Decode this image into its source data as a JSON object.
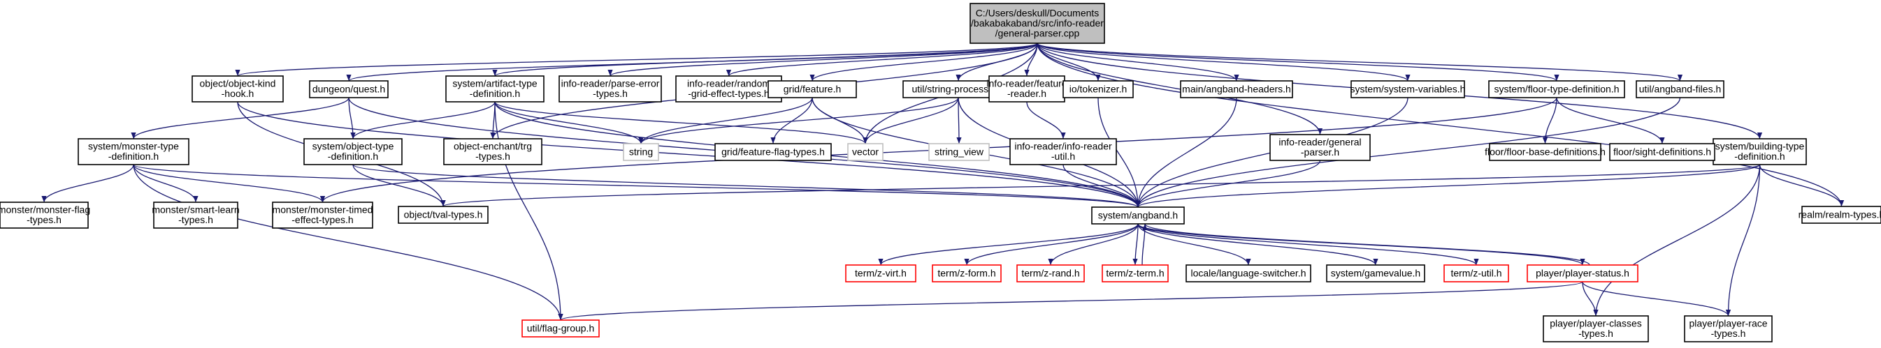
{
  "colors": {
    "edge": "#191970",
    "root_fill": "#bfbfbf",
    "missing_border": "#bfbfbf",
    "truncated_border": "#ff0000",
    "node_border": "#000000"
  },
  "nodes": [
    {
      "id": "root",
      "lines": [
        "C:/Users/deskull/Documents",
        "/bakabakaband/src/info-reader",
        "/general-parser.cpp"
      ],
      "style": "root"
    },
    {
      "id": "quest",
      "lines": [
        "dungeon/quest.h"
      ],
      "style": "black"
    },
    {
      "id": "okhook",
      "lines": [
        "object/object-kind",
        "-hook.h"
      ],
      "style": "black"
    },
    {
      "id": "artifact",
      "lines": [
        "system/artifact-type",
        "-definition.h"
      ],
      "style": "black"
    },
    {
      "id": "parseerr",
      "lines": [
        "info-reader/parse-error",
        "-types.h"
      ],
      "style": "black"
    },
    {
      "id": "randomgrid",
      "lines": [
        "info-reader/random",
        "-grid-effect-types.h"
      ],
      "style": "black"
    },
    {
      "id": "feature",
      "lines": [
        "grid/feature.h"
      ],
      "style": "black"
    },
    {
      "id": "strproc",
      "lines": [
        "util/string-processor.h"
      ],
      "style": "black"
    },
    {
      "id": "infofeat",
      "lines": [
        "info-reader/feature",
        "-reader.h"
      ],
      "style": "black"
    },
    {
      "id": "tokenizer",
      "lines": [
        "io/tokenizer.h"
      ],
      "style": "black"
    },
    {
      "id": "headers",
      "lines": [
        "main/angband-headers.h"
      ],
      "style": "black"
    },
    {
      "id": "sysvars",
      "lines": [
        "system/system-variables.h"
      ],
      "style": "black"
    },
    {
      "id": "floortype",
      "lines": [
        "system/floor-type-definition.h"
      ],
      "style": "black"
    },
    {
      "id": "files",
      "lines": [
        "util/angband-files.h"
      ],
      "style": "black"
    },
    {
      "id": "building",
      "lines": [
        "system/building-type",
        "-definition.h"
      ],
      "style": "black"
    },
    {
      "id": "monstertype",
      "lines": [
        "system/monster-type",
        "-definition.h"
      ],
      "style": "black"
    },
    {
      "id": "objtype",
      "lines": [
        "system/object-type",
        "-definition.h"
      ],
      "style": "black"
    },
    {
      "id": "enchant",
      "lines": [
        "object-enchant/trg",
        "-types.h"
      ],
      "style": "black"
    },
    {
      "id": "string",
      "lines": [
        "string"
      ],
      "style": "gray"
    },
    {
      "id": "featflag",
      "lines": [
        "grid/feature-flag-types.h"
      ],
      "style": "black"
    },
    {
      "id": "vector",
      "lines": [
        "vector"
      ],
      "style": "gray"
    },
    {
      "id": "stringview",
      "lines": [
        "string_view"
      ],
      "style": "gray"
    },
    {
      "id": "readerutil",
      "lines": [
        "info-reader/info-reader",
        "-util.h"
      ],
      "style": "black"
    },
    {
      "id": "genparser",
      "lines": [
        "info-reader/general",
        "-parser.h"
      ],
      "style": "black"
    },
    {
      "id": "floorbase",
      "lines": [
        "floor/floor-base-definitions.h"
      ],
      "style": "black"
    },
    {
      "id": "sight",
      "lines": [
        "floor/sight-definitions.h"
      ],
      "style": "black"
    },
    {
      "id": "monflag",
      "lines": [
        "monster/monster-flag",
        "-types.h"
      ],
      "style": "black"
    },
    {
      "id": "smartlearn",
      "lines": [
        "monster/smart-learn",
        "-types.h"
      ],
      "style": "black"
    },
    {
      "id": "montimed",
      "lines": [
        "monster/monster-timed",
        "-effect-types.h"
      ],
      "style": "black"
    },
    {
      "id": "tval",
      "lines": [
        "object/tval-types.h"
      ],
      "style": "black"
    },
    {
      "id": "angband",
      "lines": [
        "system/angband.h"
      ],
      "style": "black"
    },
    {
      "id": "realm",
      "lines": [
        "realm/realm-types.h"
      ],
      "style": "black"
    },
    {
      "id": "zvirt",
      "lines": [
        "term/z-virt.h"
      ],
      "style": "red"
    },
    {
      "id": "zform",
      "lines": [
        "term/z-form.h"
      ],
      "style": "red"
    },
    {
      "id": "zrand",
      "lines": [
        "term/z-rand.h"
      ],
      "style": "red"
    },
    {
      "id": "zterm",
      "lines": [
        "term/z-term.h"
      ],
      "style": "red"
    },
    {
      "id": "locale",
      "lines": [
        "locale/language-switcher.h"
      ],
      "style": "black"
    },
    {
      "id": "gamevalue",
      "lines": [
        "system/gamevalue.h"
      ],
      "style": "black"
    },
    {
      "id": "zutil",
      "lines": [
        "term/z-util.h"
      ],
      "style": "red"
    },
    {
      "id": "pstatus",
      "lines": [
        "player/player-status.h"
      ],
      "style": "red"
    },
    {
      "id": "flaggroup",
      "lines": [
        "util/flag-group.h"
      ],
      "style": "red"
    },
    {
      "id": "pclasses",
      "lines": [
        "player/player-classes",
        "-types.h"
      ],
      "style": "black"
    },
    {
      "id": "prace",
      "lines": [
        "player/player-race",
        "-types.h"
      ],
      "style": "black"
    }
  ],
  "edges": [
    [
      "root",
      "quest"
    ],
    [
      "root",
      "okhook"
    ],
    [
      "root",
      "artifact"
    ],
    [
      "root",
      "parseerr"
    ],
    [
      "root",
      "randomgrid"
    ],
    [
      "root",
      "feature"
    ],
    [
      "root",
      "strproc"
    ],
    [
      "root",
      "infofeat"
    ],
    [
      "root",
      "tokenizer"
    ],
    [
      "root",
      "headers"
    ],
    [
      "root",
      "sysvars"
    ],
    [
      "root",
      "floortype"
    ],
    [
      "root",
      "files"
    ],
    [
      "root",
      "building"
    ],
    [
      "root",
      "enchant"
    ],
    [
      "root",
      "genparser"
    ],
    [
      "root",
      "realm"
    ],
    [
      "root",
      "vector"
    ],
    [
      "quest",
      "monstertype"
    ],
    [
      "quest",
      "objtype"
    ],
    [
      "quest",
      "angband"
    ],
    [
      "okhook",
      "angband"
    ],
    [
      "okhook",
      "tval"
    ],
    [
      "artifact",
      "objtype"
    ],
    [
      "artifact",
      "enchant"
    ],
    [
      "artifact",
      "string"
    ],
    [
      "artifact",
      "vector"
    ],
    [
      "artifact",
      "angband"
    ],
    [
      "artifact",
      "flaggroup"
    ],
    [
      "feature",
      "string"
    ],
    [
      "feature",
      "featflag"
    ],
    [
      "feature",
      "vector"
    ],
    [
      "feature",
      "angband"
    ],
    [
      "strproc",
      "string"
    ],
    [
      "strproc",
      "vector"
    ],
    [
      "strproc",
      "stringview"
    ],
    [
      "strproc",
      "angband"
    ],
    [
      "infofeat",
      "readerutil"
    ],
    [
      "readerutil",
      "angband"
    ],
    [
      "tokenizer",
      "angband"
    ],
    [
      "headers",
      "angband"
    ],
    [
      "sysvars",
      "angband"
    ],
    [
      "floortype",
      "floorbase"
    ],
    [
      "floortype",
      "sight"
    ],
    [
      "floortype",
      "montimed"
    ],
    [
      "files",
      "angband"
    ],
    [
      "building",
      "angband"
    ],
    [
      "building",
      "tval"
    ],
    [
      "building",
      "realm"
    ],
    [
      "building",
      "pclasses"
    ],
    [
      "building",
      "prace"
    ],
    [
      "genparser",
      "angband"
    ],
    [
      "monstertype",
      "monflag"
    ],
    [
      "monstertype",
      "smartlearn"
    ],
    [
      "monstertype",
      "montimed"
    ],
    [
      "monstertype",
      "flaggroup"
    ],
    [
      "monstertype",
      "angband"
    ],
    [
      "objtype",
      "tval"
    ],
    [
      "objtype",
      "angband"
    ],
    [
      "angband",
      "zvirt"
    ],
    [
      "angband",
      "zform"
    ],
    [
      "angband",
      "zrand"
    ],
    [
      "angband",
      "zterm"
    ],
    [
      "angband",
      "locale"
    ],
    [
      "angband",
      "gamevalue"
    ],
    [
      "angband",
      "zutil"
    ],
    [
      "angband",
      "pstatus"
    ],
    [
      "zterm",
      "angband"
    ],
    [
      "pstatus",
      "angband"
    ],
    [
      "pstatus",
      "pclasses"
    ],
    [
      "pstatus",
      "prace"
    ],
    [
      "pstatus",
      "flaggroup"
    ]
  ]
}
